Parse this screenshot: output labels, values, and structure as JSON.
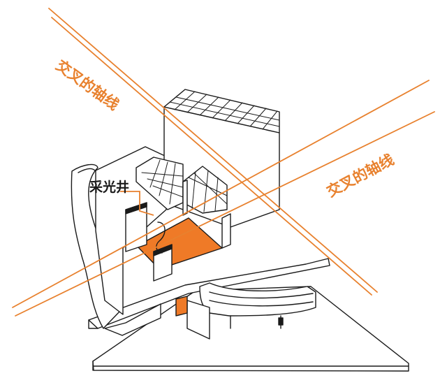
{
  "labels": {
    "axis_label_1": "交叉的轴线",
    "axis_label_2": "交叉的轴线",
    "skylight_label": "采光井"
  },
  "colors": {
    "accent": "#e8812e",
    "accent_fill": "#ef7a27",
    "ink": "#1a1a1a",
    "paper": "#ffffff"
  }
}
